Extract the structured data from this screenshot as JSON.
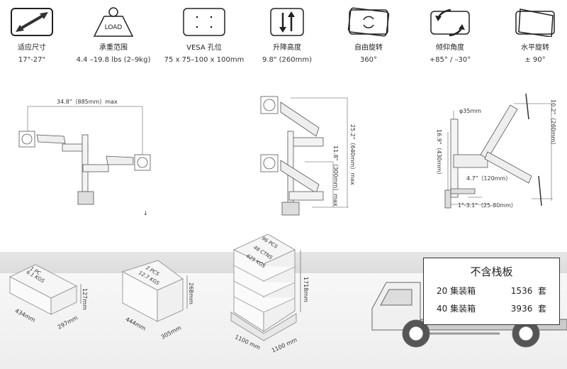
{
  "specs": [
    {
      "icon": "diagonal-arrow-icon",
      "label": "适应尺寸",
      "value": "17\"-27\""
    },
    {
      "icon": "load-weight-icon",
      "label": "承重范围",
      "value": "4.4 –19.8 lbs (2–9kg)",
      "icon_text": "LOAD"
    },
    {
      "icon": "vesa-holes-icon",
      "label": "VESA 孔位",
      "value": "75 x 75–100 x 100mm"
    },
    {
      "icon": "up-down-arrows-icon",
      "label": "升降高度",
      "value": "9.8\" (260mm)"
    },
    {
      "icon": "rotate-icon",
      "label": "自由旋转",
      "value": "360°"
    },
    {
      "icon": "tilt-icon",
      "label": "倾仰角度",
      "value": "+85°  /  –30°"
    },
    {
      "icon": "swivel-icon",
      "label": "水平旋转",
      "value": "± 90°"
    }
  ],
  "diagrams": {
    "width_span": "34.8\"（885mm）max",
    "height_total": "25.2\"（640mm）max",
    "height_lower": "11.8\"（300mm）max",
    "pole_diameter": "φ35mm",
    "pole_height": "16.9\"（430mm）",
    "arm_vertical": "10.2\"（260mm）",
    "base_depth": "4.7\"（120mm）",
    "clamp_range": "1\"-3.1\"（25-80mm）"
  },
  "packaging": [
    {
      "qty": "1 PC",
      "weight": "6.1 KGS",
      "length": "434mm",
      "width": "297mm",
      "height": "127mm"
    },
    {
      "qty": "2 PCS",
      "weight": "12.7 KGS",
      "length": "444mm",
      "width": "305mm",
      "height": "268mm"
    },
    {
      "qty": "96 PCS",
      "cartons": "48 CTNS",
      "weight": "625 KGS",
      "length": "1100 mm",
      "width": "1100 mm",
      "height": "1718mm"
    }
  ],
  "shipping": {
    "title": "不含栈板",
    "rows": [
      {
        "container": "20 集装箱",
        "count": "1536",
        "unit": "套"
      },
      {
        "container": "40 集装箱",
        "count": "3936",
        "unit": "套"
      }
    ]
  }
}
